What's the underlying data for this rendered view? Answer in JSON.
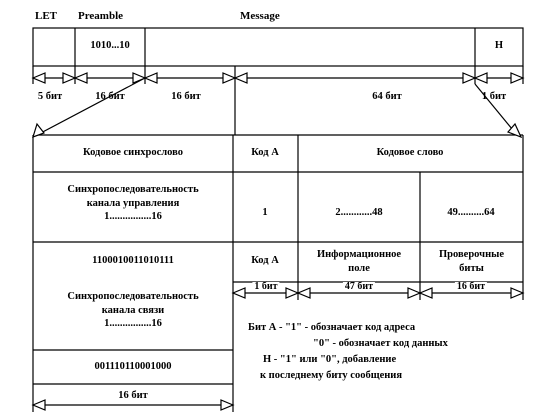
{
  "header": {
    "let_label": "LET",
    "preamble_label": "Preamble",
    "message_label": "Message"
  },
  "frame": {
    "preamble_bits": "1010...10",
    "h_bit": "H"
  },
  "bit_labels": {
    "let": "5 бит",
    "preamble": "16 бит",
    "preamble_tail": "16 бит",
    "message": "64 бит",
    "h": "1 бит"
  },
  "table": {
    "col_sync": "Кодовое синхрослово",
    "col_code_a": "Код А",
    "col_codeword": "Кодовое слово",
    "sync_control_line1": "Синхропоследовательность",
    "sync_control_line2": "канала управления",
    "sync_control_range": "1................16",
    "code_a_value": "1",
    "info_range": "2............48",
    "check_range": "49..........64",
    "sync_control_bits": "1100010011010111",
    "code_a_label": "Код А",
    "info_field_line1": "Информационное",
    "info_field_line2": "поле",
    "check_bits_line1": "Проверочные",
    "check_bits_line2": "биты",
    "sync_comm_line1": "Синхропоследовательность",
    "sync_comm_line2": "канала связи",
    "sync_comm_range": "1................16",
    "sync_comm_bits": "001110110001000",
    "dim_code_a": "1 бит",
    "dim_info": "47 бит",
    "dim_check": "16 бит",
    "dim_sync": "16 бит"
  },
  "legend": {
    "line1": "Бит А - \"1\" - обозначает код адреса",
    "line2": "\"0\" - обозначает код данных",
    "line3": "Н - \"1\" или \"0\", добавление",
    "line4": "к последнему биту сообщения"
  }
}
